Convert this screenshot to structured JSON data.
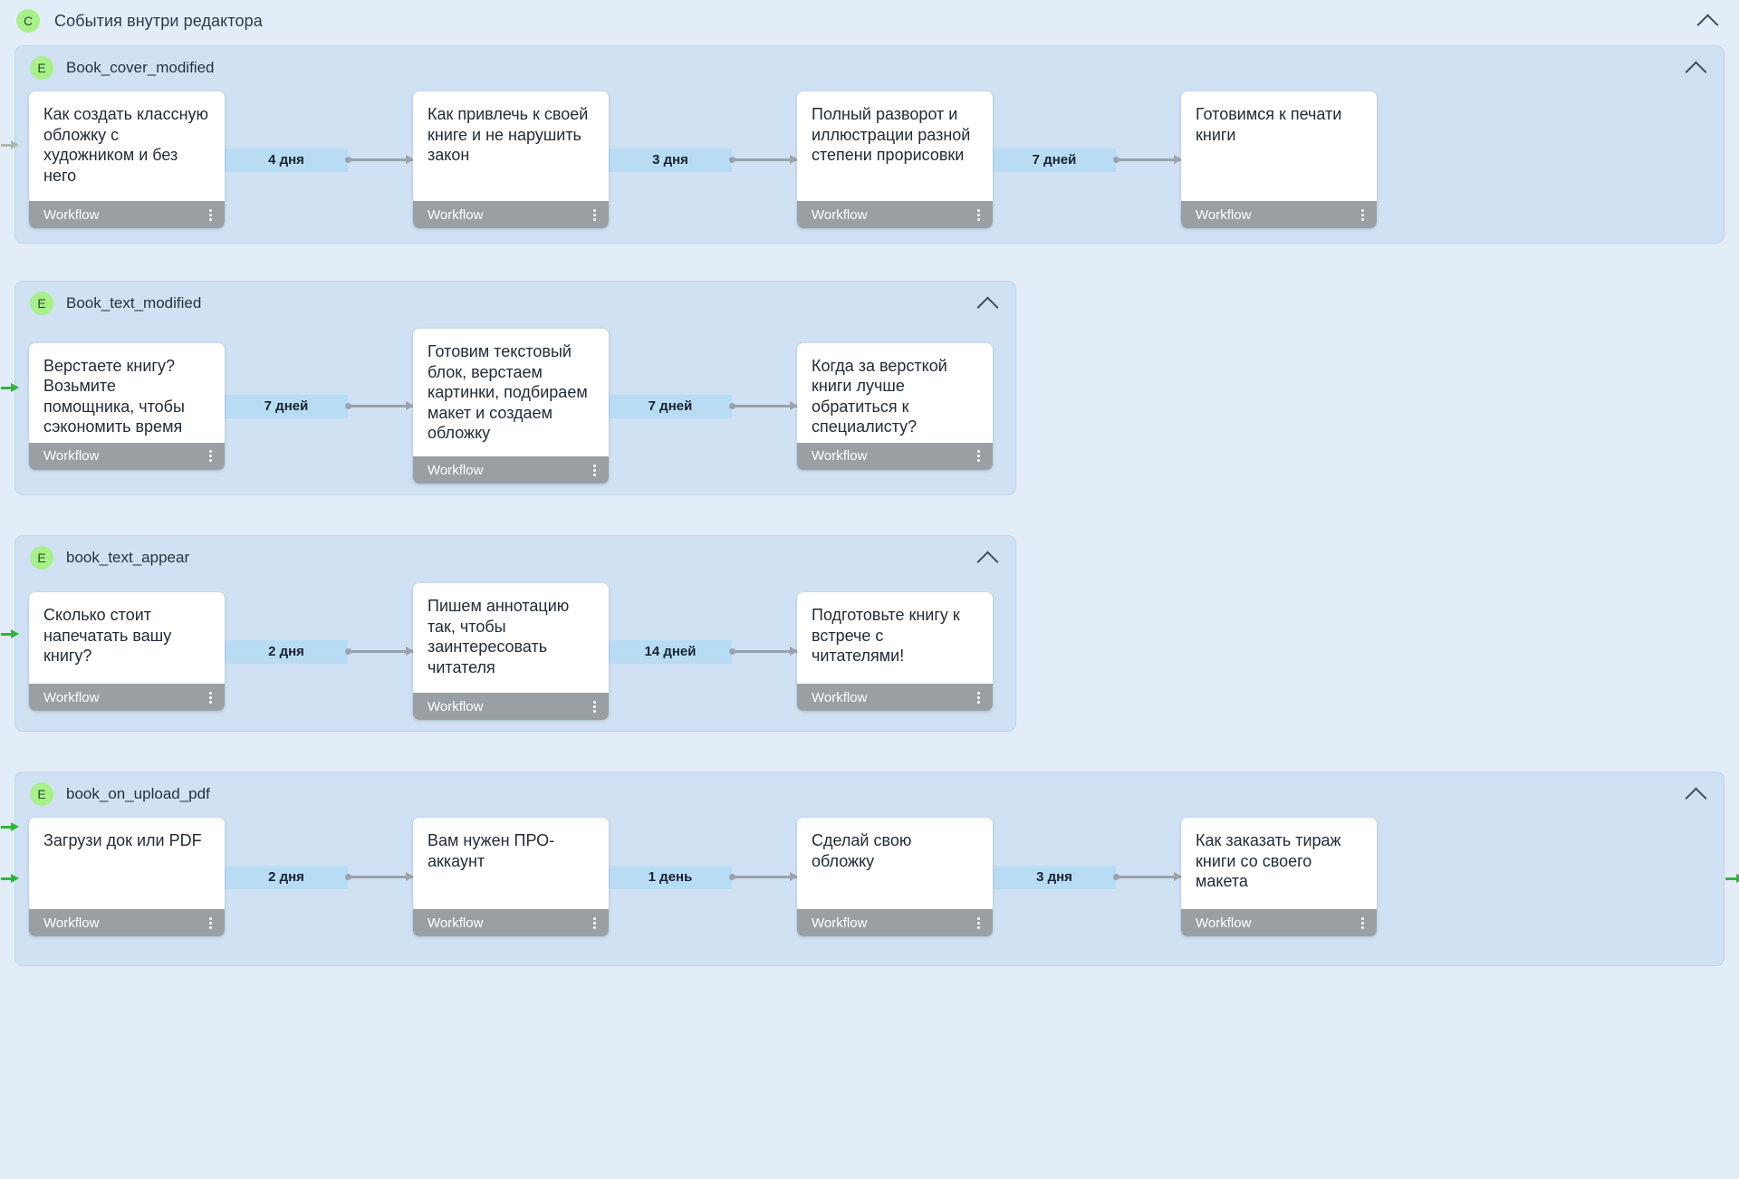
{
  "category": {
    "badge": "C",
    "title": "События внутри редактора",
    "collapse_icon": "chevron-up-icon"
  },
  "colors": {
    "canvas_bg": "#e3edf7",
    "group_bg": "#cfe1f3",
    "node_bg": "#ffffff",
    "node_footer_bg": "#9a9fa4",
    "delay_bg": "#b9dcf5",
    "badge_green": "#a7f08a",
    "connector_grey": "#9aa2aa",
    "entry_arrow_green": "#35b13c"
  },
  "footer_label": "Workflow",
  "groups": [
    {
      "badge": "E",
      "name": "Book_cover_modified",
      "collapse_icon": "chevron-up-icon",
      "nodes": [
        {
          "text": "Как создать классную обложку с художником и без него",
          "footer": "Workflow"
        },
        {
          "text": "Как привлечь к своей книге и не нарушить закон",
          "footer": "Workflow"
        },
        {
          "text": "Полный разворот и иллюстрации разной степени прорисовки",
          "footer": "Workflow"
        },
        {
          "text": "Готовимся к печати книги",
          "footer": "Workflow"
        }
      ],
      "delays": [
        "4 дня",
        "3 дня",
        "7 дней"
      ]
    },
    {
      "badge": "E",
      "name": "Book_text_modified",
      "collapse_icon": "chevron-up-icon",
      "nodes": [
        {
          "text": "Верстаете книгу? Возьмите помощника, чтобы сэкономить время",
          "footer": "Workflow"
        },
        {
          "text": "Готовим текстовый блок, верстаем картинки, подбираем макет и создаем обложку",
          "footer": "Workflow"
        },
        {
          "text": "Когда за версткой книги лучше обратиться к специалисту?",
          "footer": "Workflow"
        }
      ],
      "delays": [
        "7 дней",
        "7 дней"
      ]
    },
    {
      "badge": "E",
      "name": "book_text_appear",
      "collapse_icon": "chevron-up-icon",
      "nodes": [
        {
          "text": "Сколько стоит напечатать вашу книгу?",
          "footer": "Workflow"
        },
        {
          "text": "Пишем аннотацию так, чтобы заинтересовать читателя",
          "footer": "Workflow"
        },
        {
          "text": "Подготовьте книгу к встрече с читателями!",
          "footer": "Workflow"
        }
      ],
      "delays": [
        "2 дня",
        "14 дней"
      ]
    },
    {
      "badge": "E",
      "name": "book_on_upload_pdf",
      "collapse_icon": "chevron-up-icon",
      "nodes": [
        {
          "text": "Загрузи док или PDF",
          "footer": "Workflow"
        },
        {
          "text": "Вам нужен ПРО-аккаунт",
          "footer": "Workflow"
        },
        {
          "text": "Сделай свою обложку",
          "footer": "Workflow"
        },
        {
          "text": "Как заказать тираж книги со своего макета",
          "footer": "Workflow"
        }
      ],
      "delays": [
        "2 дня",
        "1 день",
        "3 дня"
      ]
    }
  ]
}
